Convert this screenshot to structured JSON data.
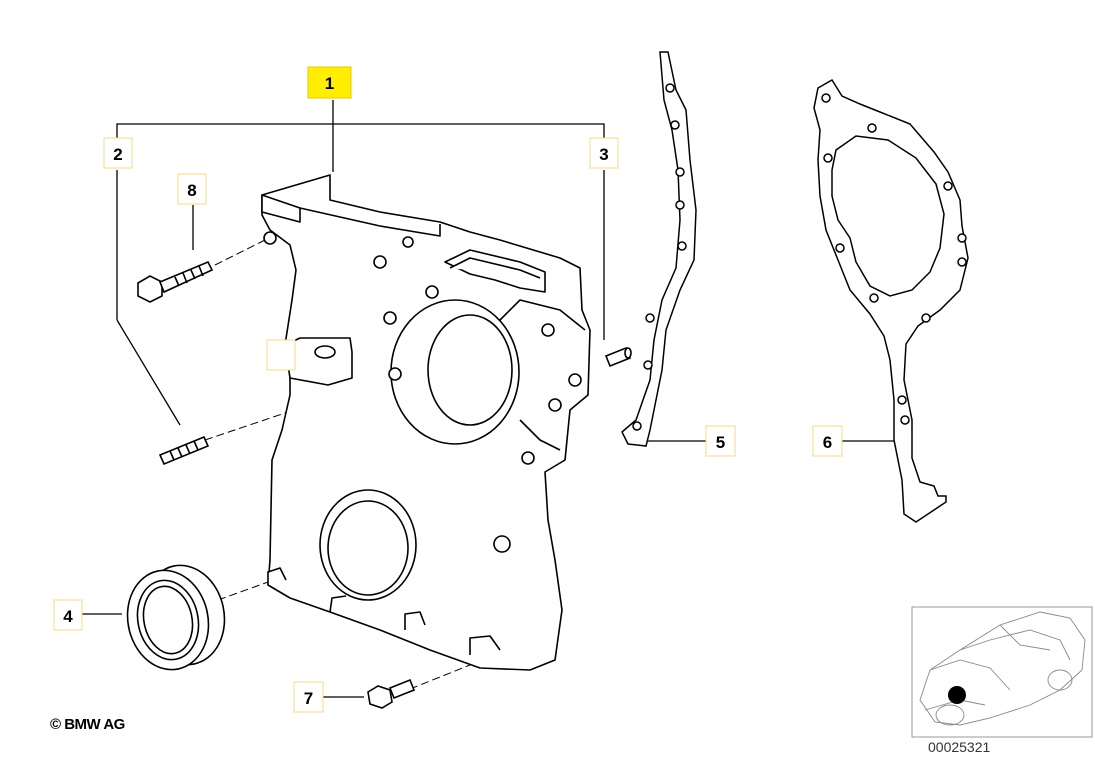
{
  "callouts": {
    "c1": "1",
    "c2": "2",
    "c3": "3",
    "c4": "4",
    "c5": "5",
    "c6": "6",
    "c7": "7",
    "c8": "8"
  },
  "copyright": "© BMW AG",
  "diagram_id": "00025321",
  "colors": {
    "highlight": "#ffee00",
    "label_box_border": "#f5d98a",
    "line": "#000000",
    "dot": "#000000"
  },
  "icons": [
    "car-locator-icon"
  ]
}
